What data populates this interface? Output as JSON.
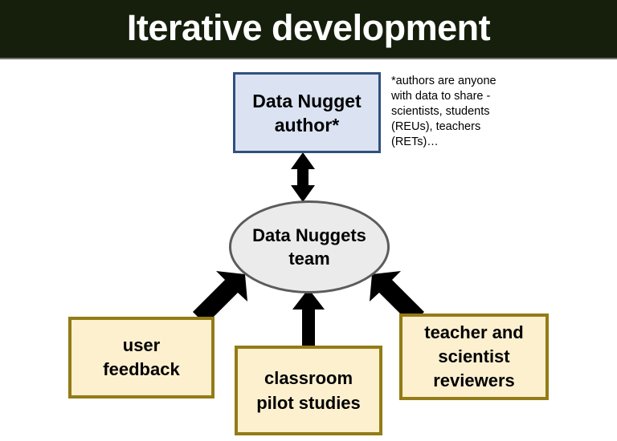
{
  "header": {
    "title": "Iterative development",
    "background_color": "#151f0c",
    "text_color": "#ffffff"
  },
  "diagram": {
    "type": "flow-diagram",
    "nodes": [
      {
        "id": "author",
        "shape": "rectangle",
        "label": "Data Nugget author*",
        "line1": "Data Nugget",
        "line2": "author*",
        "fill_color": "#dbe3f2",
        "border_color": "#31507f"
      },
      {
        "id": "team",
        "shape": "ellipse",
        "label": "Data Nuggets team",
        "line1": "Data Nuggets",
        "line2": "team",
        "fill_color": "#ebebeb",
        "border_color": "#5c5c5c"
      },
      {
        "id": "feedback",
        "shape": "rectangle",
        "label": "user feedback",
        "line1": "user",
        "line2": "feedback",
        "fill_color": "#fcf0cf",
        "border_color": "#937c17"
      },
      {
        "id": "classroom",
        "shape": "rectangle",
        "label": "classroom pilot studies",
        "line1": "classroom",
        "line2": "pilot studies",
        "fill_color": "#fcf0cf",
        "border_color": "#937c17"
      },
      {
        "id": "reviewers",
        "shape": "rectangle",
        "label": "teacher and scientist reviewers",
        "line1": "teacher and",
        "line2": "scientist",
        "line3": "reviewers",
        "fill_color": "#fcf0cf",
        "border_color": "#937c17"
      }
    ],
    "edges": [
      {
        "id": "author-team",
        "from": "author",
        "to": "team",
        "direction": "bidirectional",
        "color": "#000000"
      },
      {
        "id": "feedback-team",
        "from": "feedback",
        "to": "team",
        "direction": "to-target",
        "color": "#000000"
      },
      {
        "id": "classroom-team",
        "from": "classroom",
        "to": "team",
        "direction": "to-target",
        "color": "#000000"
      },
      {
        "id": "reviewers-team",
        "from": "reviewers",
        "to": "team",
        "direction": "to-target",
        "color": "#000000"
      }
    ]
  },
  "footnote": {
    "text": "*authors are anyone with data to share - scientists, students (REUs), teachers (RETs)…"
  }
}
